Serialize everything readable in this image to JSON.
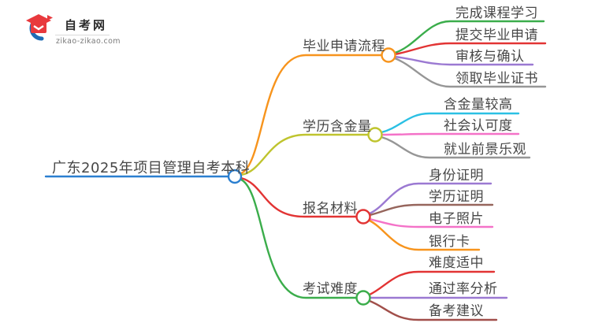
{
  "logo": {
    "site_name": "自考网",
    "site_url": "zikao-zikao.com",
    "brand_blue": "#1e6cb5",
    "brand_red": "#e8393d"
  },
  "colors": {
    "text": "#474747",
    "blue": "#2b7fd0",
    "orange": "#f7941d",
    "olive": "#bfc42e",
    "red": "#e23434",
    "green": "#3bad4b",
    "purple": "#9b79d2",
    "gray": "#969696",
    "cyan": "#2bc0e4",
    "pink": "#f472c8",
    "brown": "#96655c",
    "maroon": "#a14f4a"
  },
  "mindmap": {
    "root": {
      "label": "广东2025年项目管理自考本科",
      "color": "blue"
    },
    "branches": [
      {
        "label": "毕业申请流程",
        "color": "orange",
        "children": [
          {
            "label": "完成课程学习",
            "color": "green"
          },
          {
            "label": "提交毕业申请",
            "color": "red"
          },
          {
            "label": "审核与确认",
            "color": "purple"
          },
          {
            "label": "领取毕业证书",
            "color": "gray"
          }
        ]
      },
      {
        "label": "学历含金量",
        "color": "olive",
        "children": [
          {
            "label": "含金量较高",
            "color": "cyan"
          },
          {
            "label": "社会认可度",
            "color": "pink"
          },
          {
            "label": "就业前景乐观",
            "color": "gray"
          }
        ]
      },
      {
        "label": "报名材料",
        "color": "red",
        "children": [
          {
            "label": "身份证明",
            "color": "purple"
          },
          {
            "label": "学历证明",
            "color": "brown"
          },
          {
            "label": "电子照片",
            "color": "pink"
          },
          {
            "label": "银行卡",
            "color": "orange"
          }
        ]
      },
      {
        "label": "考试难度",
        "color": "green",
        "children": [
          {
            "label": "难度适中",
            "color": "red"
          },
          {
            "label": "通过率分析",
            "color": "purple"
          },
          {
            "label": "备考建议",
            "color": "maroon"
          }
        ]
      }
    ]
  }
}
